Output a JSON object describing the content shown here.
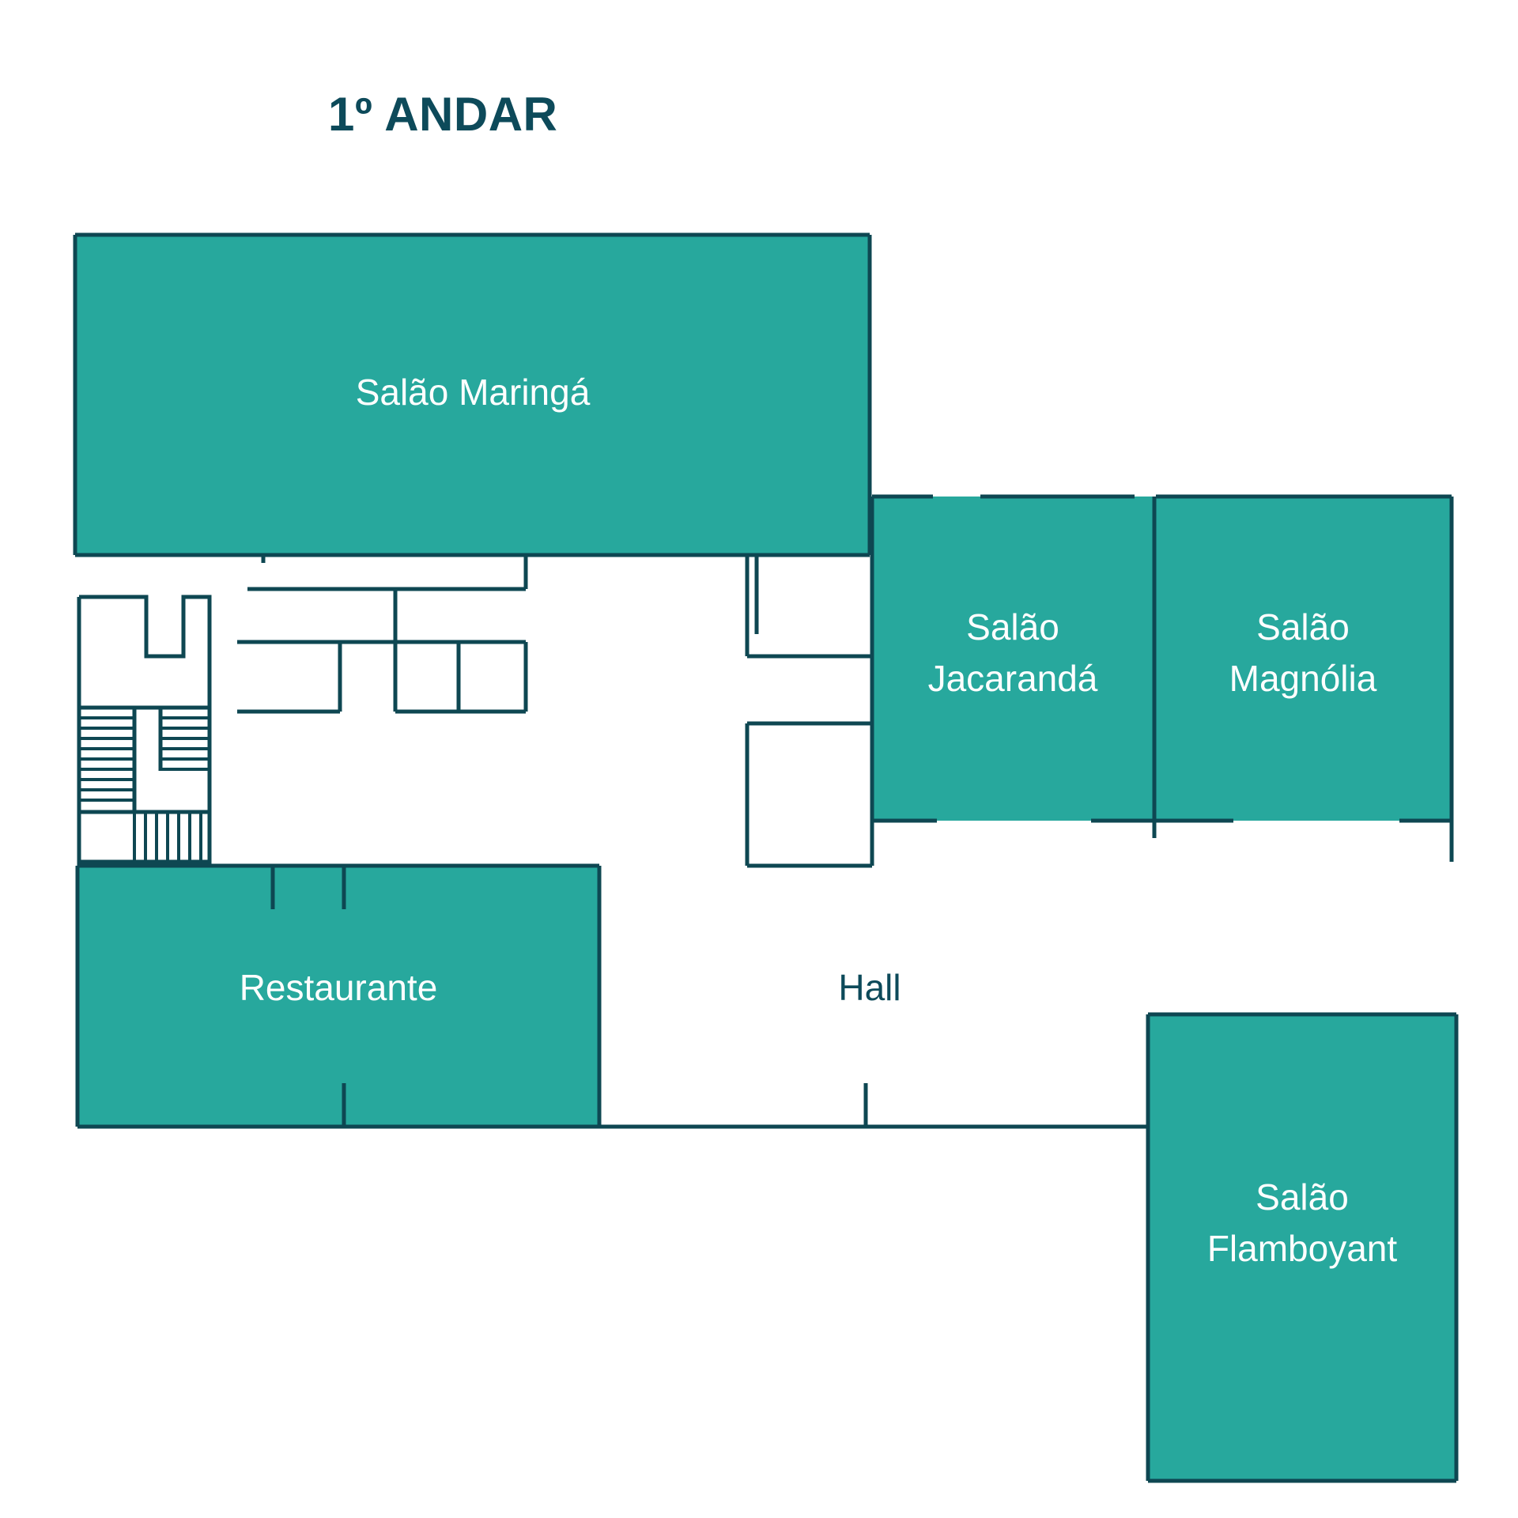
{
  "title": "1º ANDAR",
  "colors": {
    "room_fill": "#27a89d",
    "wall": "#0e4752",
    "title_text": "#0d4a5a",
    "room_label_light": "#ffffff",
    "room_label_dark": "#0d4a5a",
    "background": "#ffffff"
  },
  "rooms": [
    {
      "id": "maringa",
      "name": "Salão Maringá",
      "line1": "Salão Maringá",
      "line2": "",
      "filled": true,
      "label_color": "light"
    },
    {
      "id": "jacaranda",
      "name": "Salão Jacarandá",
      "line1": "Salão",
      "line2": "Jacarandá",
      "filled": true,
      "label_color": "light"
    },
    {
      "id": "magnolia",
      "name": "Salão Magnólia",
      "line1": "Salão",
      "line2": "Magnólia",
      "filled": true,
      "label_color": "light"
    },
    {
      "id": "restaurante",
      "name": "Restaurante",
      "line1": "Restaurante",
      "line2": "",
      "filled": true,
      "label_color": "light"
    },
    {
      "id": "flamboyant",
      "name": "Salão Flamboyant",
      "line1": "Salão",
      "line2": "Flamboyant",
      "filled": true,
      "label_color": "light"
    },
    {
      "id": "hall",
      "name": "Hall",
      "line1": "Hall",
      "line2": "",
      "filled": false,
      "label_color": "dark"
    }
  ],
  "features": [
    {
      "id": "stairwell",
      "name": "stairwell"
    },
    {
      "id": "service-rooms",
      "name": "service-rooms"
    },
    {
      "id": "corridor",
      "name": "corridor"
    }
  ]
}
